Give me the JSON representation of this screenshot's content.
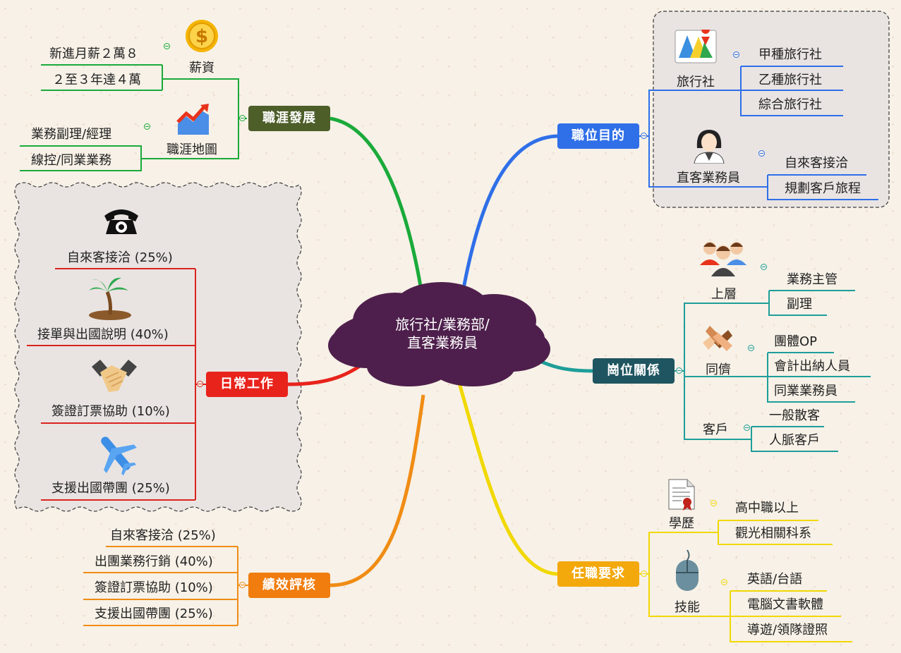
{
  "center": {
    "line1": "旅行社/業務部/",
    "line2": "直客業務員"
  },
  "career": {
    "label": "職涯發展",
    "salary": {
      "caption": "薪資",
      "items": [
        "新進月薪２萬８",
        "２至３年達４萬"
      ]
    },
    "map": {
      "caption": "職涯地圖",
      "items": [
        "業務副理/經理",
        "線控/同業業務"
      ]
    }
  },
  "daily": {
    "label": "日常工作",
    "items": [
      "自來客接洽 (25%)",
      "接單與出國說明 (40%)",
      "簽證訂票協助 (10%)",
      "支援出國帶團 (25%)"
    ]
  },
  "perf": {
    "label": "績效評核",
    "items": [
      "自來客接洽 (25%)",
      "出團業務行銷 (40%)",
      "簽證訂票協助 (10%)",
      "支援出國帶團 (25%)"
    ]
  },
  "purpose": {
    "label": "職位目的",
    "agency": {
      "caption": "旅行社",
      "items": [
        "甲種旅行社",
        "乙種旅行社",
        "綜合旅行社"
      ]
    },
    "agent": {
      "caption": "直客業務員",
      "items": [
        "自來客接洽",
        "規劃客戶旅程"
      ]
    }
  },
  "relation": {
    "label": "崗位關係",
    "upper": {
      "caption": "上層",
      "items": [
        "業務主管",
        "副理"
      ]
    },
    "peer": {
      "caption": "同儕",
      "items": [
        "團體OP",
        "會計出納人員",
        "同業業務員"
      ]
    },
    "client": {
      "caption": "客戶",
      "items": [
        "一般散客",
        "人脈客戶"
      ]
    }
  },
  "req": {
    "label": "任職要求",
    "edu": {
      "caption": "學歷",
      "items": [
        "高中職以上",
        "觀光相關科系"
      ]
    },
    "skill": {
      "caption": "技能",
      "items": [
        "英語/台語",
        "電腦文書軟體",
        "導遊/領隊證照"
      ]
    }
  },
  "colors": {
    "center": "#4e1f4c",
    "career": "#4d5e29",
    "daily": "#e8231c",
    "perf": "#f07d0e",
    "purpose": "#2f6fe8",
    "relation": "#1e5560",
    "req": "#f3a80c",
    "branch_green": "#1aaa3a",
    "branch_red": "#e8231c",
    "branch_orange": "#f08c14",
    "branch_blue": "#2f6fe8",
    "branch_teal": "#1e9e9a",
    "branch_yellow": "#f1d800"
  }
}
